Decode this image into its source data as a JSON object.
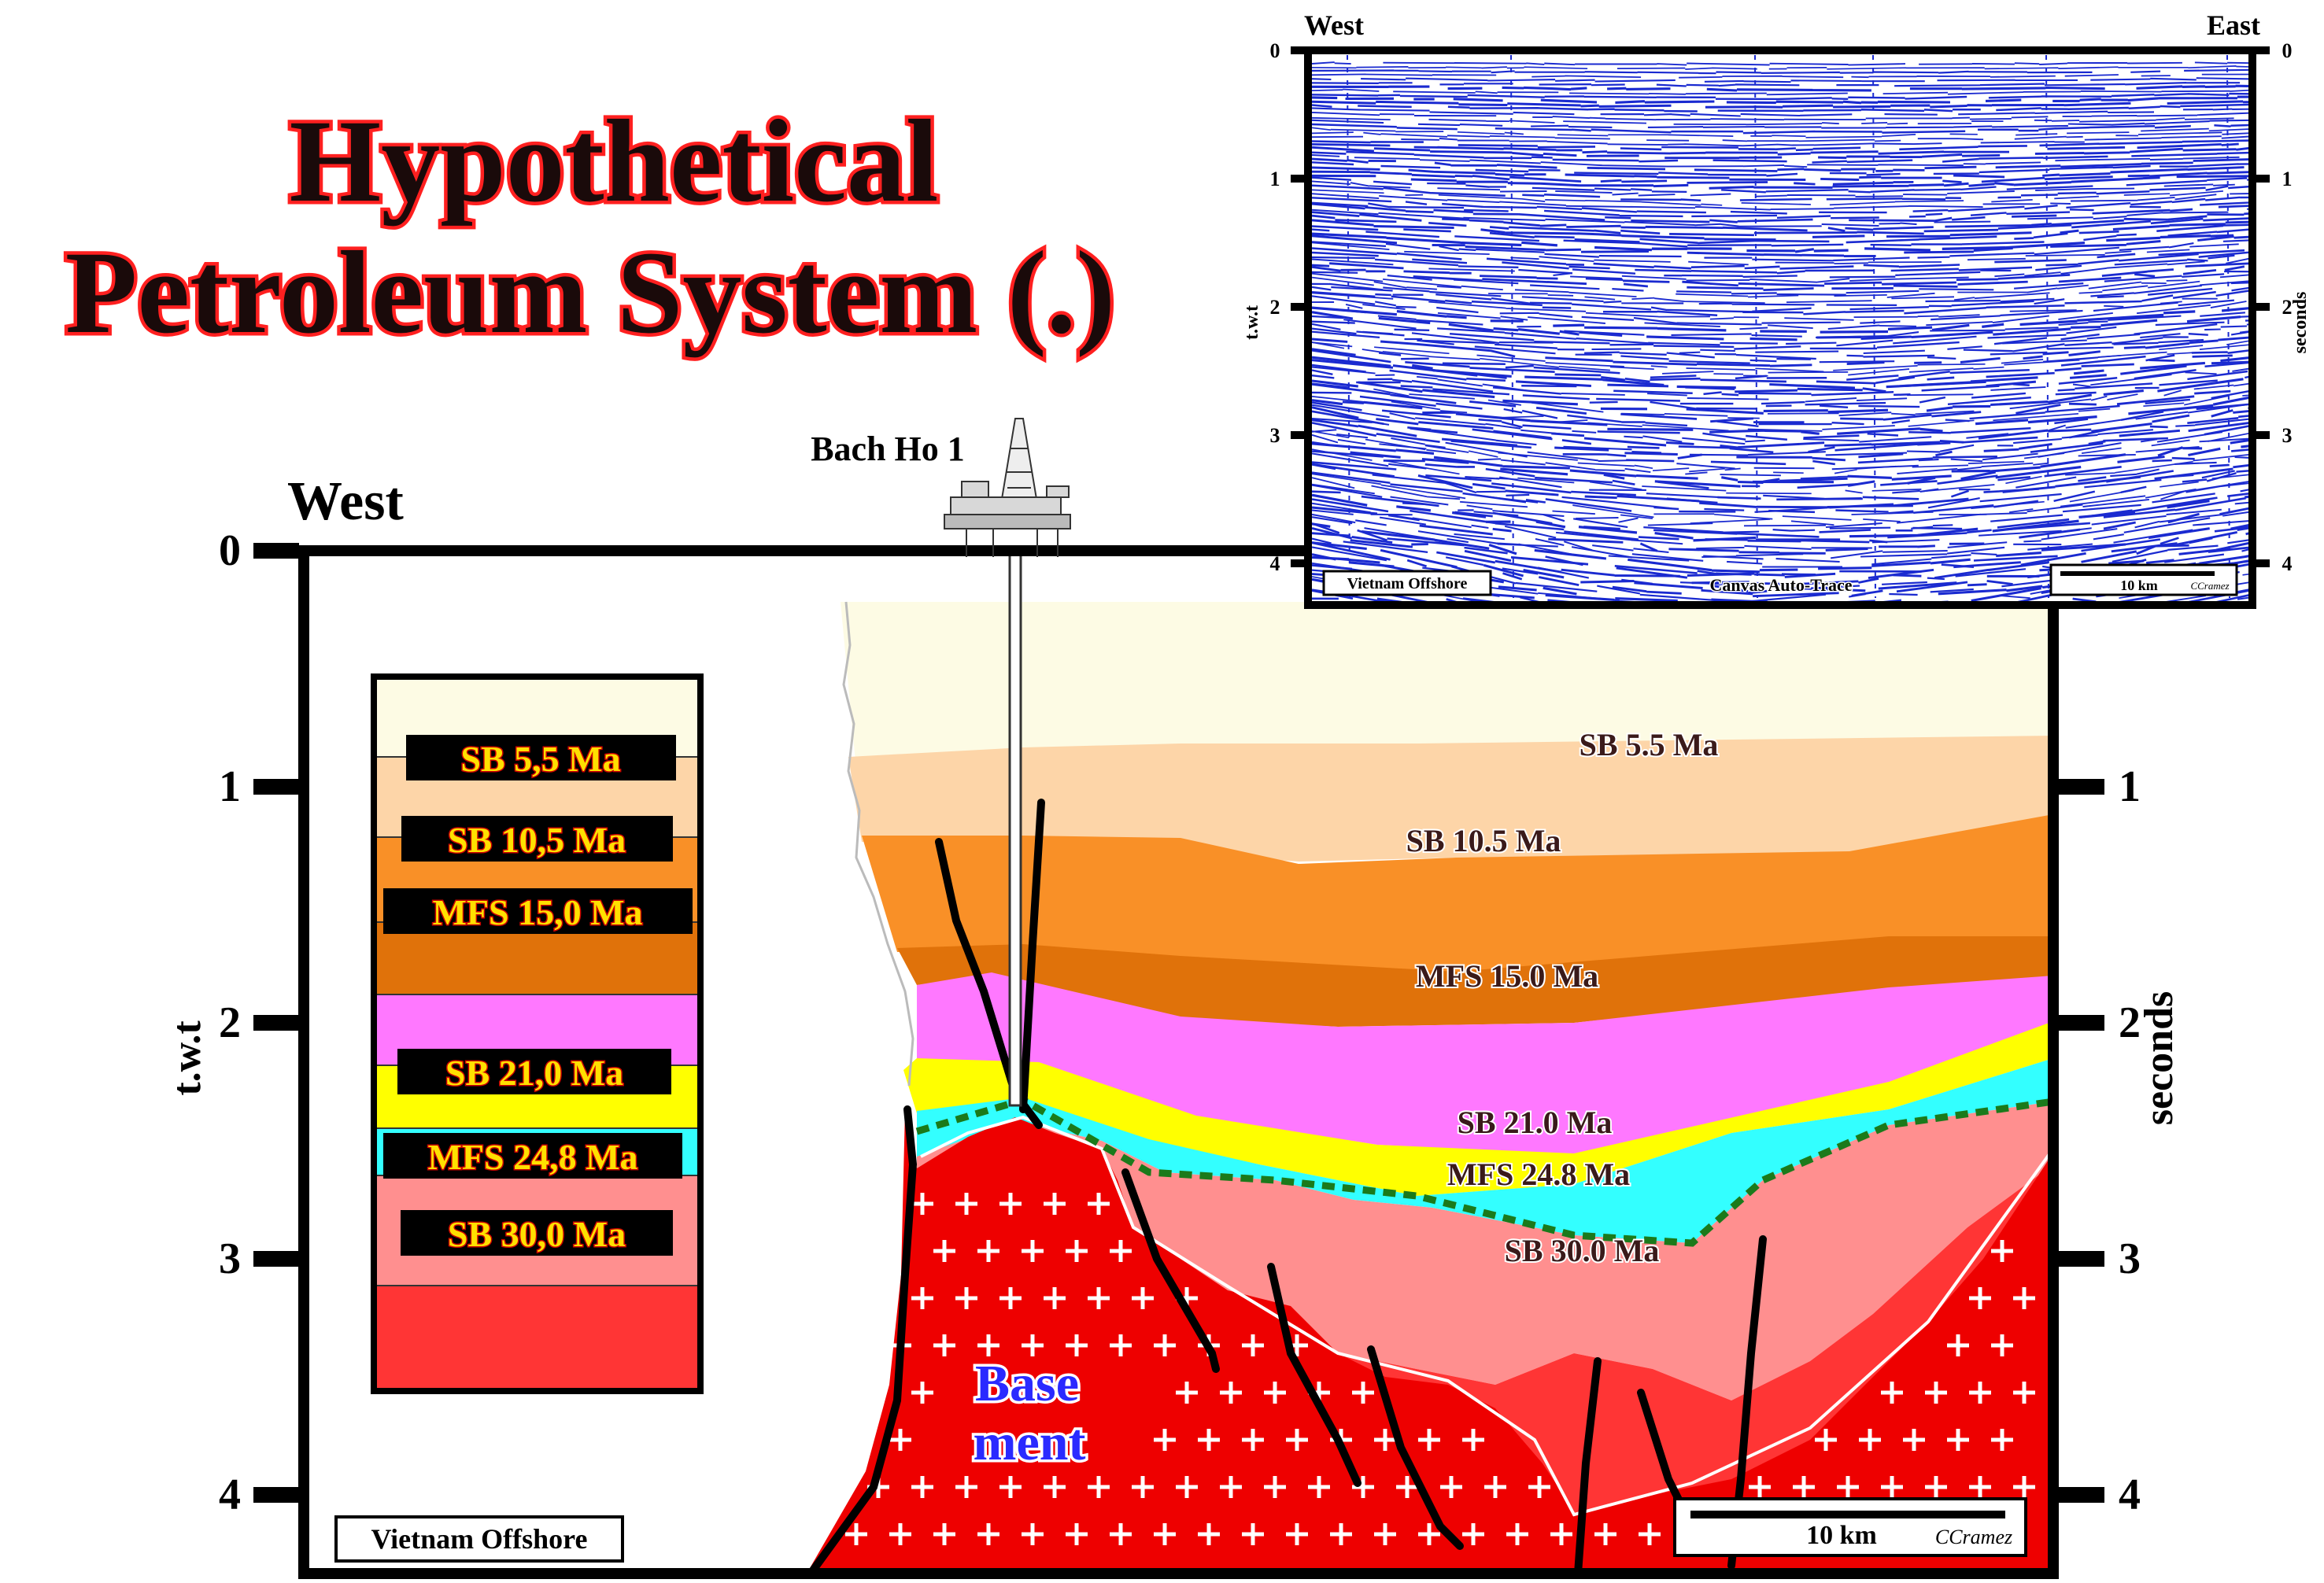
{
  "title": {
    "line1": "Hypothetical",
    "line2": "Petroleum System (.)"
  },
  "well": {
    "name": "Bach Ho 1"
  },
  "section": {
    "direction_left": "West",
    "axis_title_left": "t.w.t",
    "axis_title_right": "seconds",
    "ticks": [
      "0",
      "1",
      "2",
      "3",
      "4"
    ],
    "basement_line1": "Base",
    "basement_line2": "ment",
    "location": "Vietnam Offshore",
    "scale": "10 km",
    "credit": "CCramez",
    "horizon_labels": {
      "sb55": "SB 5.5 Ma",
      "sb105": "SB 10.5 Ma",
      "mfs150": "MFS 15.0 Ma",
      "sb210": "SB 21.0 Ma",
      "mfs248": "MFS 24.8 Ma",
      "sb300": "SB 30.0 Ma"
    }
  },
  "legend": {
    "items": [
      "SB 5,5 Ma",
      "SB 10,5 Ma",
      "MFS 15,0 Ma",
      "SB 21,0 Ma",
      "MFS 24,8 Ma",
      "SB 30,0 Ma"
    ]
  },
  "seismic": {
    "west": "West",
    "east": "East",
    "ticks": [
      "0",
      "1",
      "2",
      "3",
      "4"
    ],
    "axis_left": "t.w.t",
    "axis_right": "seconds",
    "location": "Vietnam Offshore",
    "caption": "Canvas Auto-Trace",
    "scale": "10 km",
    "credit": "CCramez"
  },
  "colors": {
    "title_fill": "#1a0a0a",
    "title_outline": "#ff2020",
    "unit_post_5_5": "#fdfbe4",
    "unit_5_5_10_5": "#fdd5a8",
    "unit_10_5_15": "#f99027",
    "unit_15_21": "#e0720a",
    "unit_21_24_8": "#ff78ff",
    "unit_24_8_30": "#ffff00",
    "unit_30": "#33ffff",
    "unit_syn_rift": "#ff8f8f",
    "unit_syn_rift_lower": "#ff3535",
    "basement": "#ee0000",
    "seismic_ink": "#1a2ad0"
  }
}
